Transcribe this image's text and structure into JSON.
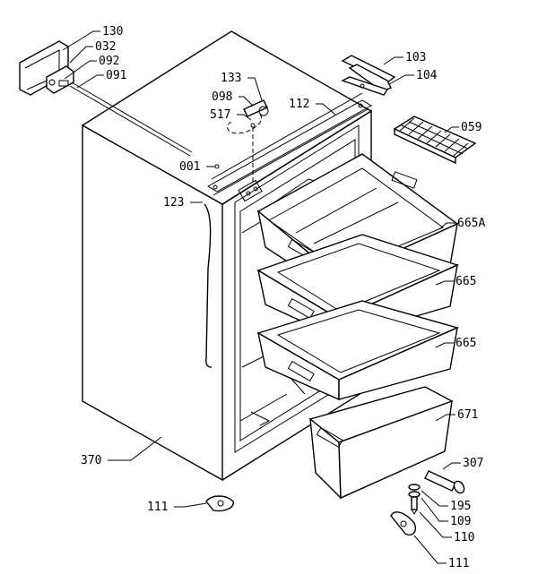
{
  "labels": {
    "l130": "130",
    "l032": "032",
    "l092": "092",
    "l091": "091",
    "l103": "103",
    "l104": "104",
    "l133": "133",
    "l098": "098",
    "l517": "517",
    "l112": "112",
    "l059": "059",
    "l001": "001",
    "l123": "123",
    "l665A": "665A",
    "l665a": "665",
    "l665b": "665",
    "l671": "671",
    "l370": "370",
    "l307": "307",
    "l195": "195",
    "l109": "109",
    "l110": "110",
    "l111a": "111",
    "l111b": "111"
  }
}
